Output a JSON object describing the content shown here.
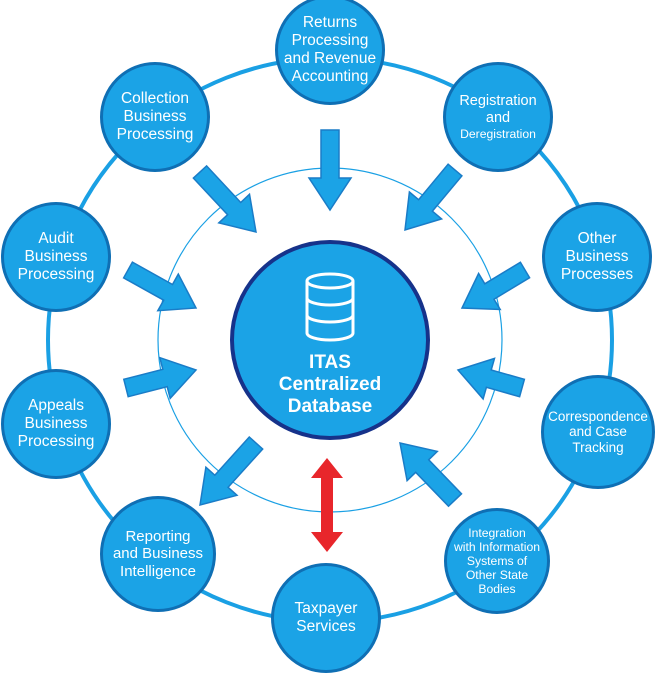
{
  "center": {
    "lines": [
      "ITAS",
      "Centralized",
      "Database"
    ],
    "icon": "database-icon"
  },
  "nodes": [
    {
      "id": "returns-processing",
      "lines": [
        "Returns",
        "Processing",
        "and Revenue",
        "Accounting"
      ],
      "arrow": "inbound"
    },
    {
      "id": "registration",
      "lines": [
        "Registration",
        "and",
        "Deregistration"
      ],
      "arrow": "inbound"
    },
    {
      "id": "other-business-processes",
      "lines": [
        "Other",
        "Business",
        "Processes"
      ],
      "arrow": "inbound"
    },
    {
      "id": "correspondence-case-tracking",
      "lines": [
        "Correspondence",
        "and Case",
        "Tracking"
      ],
      "arrow": "inbound"
    },
    {
      "id": "integration-state-bodies",
      "lines": [
        "Integration",
        "with Information",
        "Systems of",
        "Other State",
        "Bodies"
      ],
      "arrow": "inbound"
    },
    {
      "id": "taxpayer-services",
      "lines": [
        "Taxpayer",
        "Services"
      ],
      "arrow": "bidirectional"
    },
    {
      "id": "reporting-business-intelligence",
      "lines": [
        "Reporting",
        "and Business",
        "Intelligence"
      ],
      "arrow": "outbound"
    },
    {
      "id": "appeals-business-processing",
      "lines": [
        "Appeals",
        "Business",
        "Processing"
      ],
      "arrow": "inbound"
    },
    {
      "id": "audit-business-processing",
      "lines": [
        "Audit",
        "Business",
        "Processing"
      ],
      "arrow": "inbound"
    },
    {
      "id": "collection-business-processing",
      "lines": [
        "Collection",
        "Business",
        "Processing"
      ],
      "arrow": "inbound"
    }
  ],
  "colors": {
    "node_fill": "#1ba3e6",
    "node_border": "#0f6fb4",
    "ring": "#1aa0e4",
    "center_border": "#16328a",
    "arrow_fill": "#1ba3e6",
    "arrow_stroke": "#1a7cc7",
    "double_arrow": "#e8262b",
    "text": "#ffffff"
  }
}
